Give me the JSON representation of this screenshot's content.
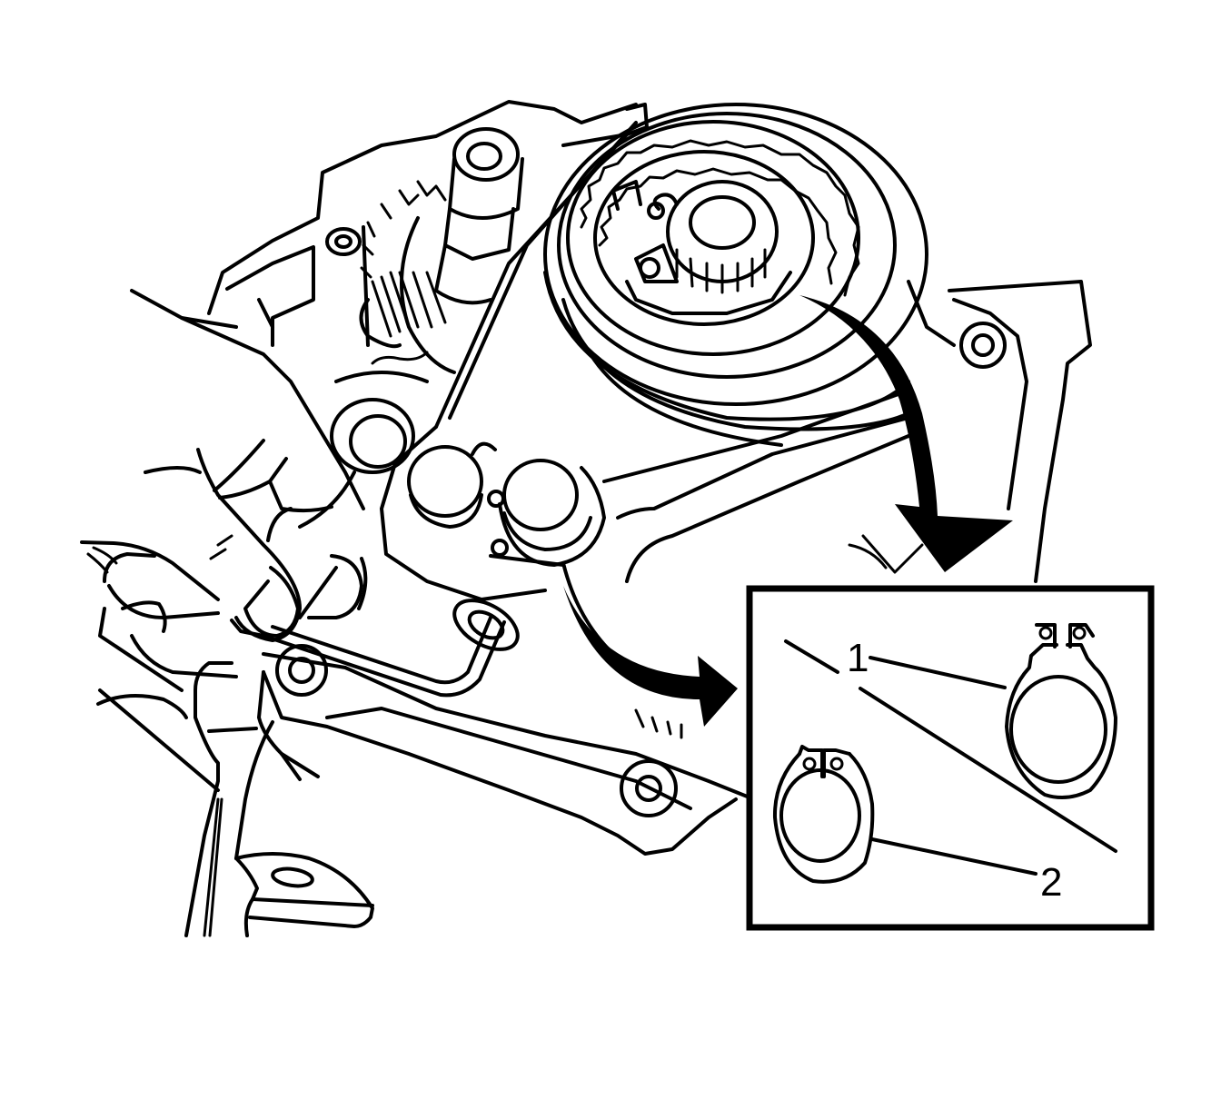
{
  "figure": {
    "type": "service-manual line illustration",
    "subject": "transmission case with gear assembly, hands using snap-ring pliers; inset shows two snap rings",
    "colors": {
      "line": "#000000",
      "background": "#ffffff"
    }
  },
  "inset": {
    "callouts": [
      {
        "number": "1",
        "target": "snap-ring-upper-right"
      },
      {
        "number": "2",
        "target": "snap-ring-lower-left"
      }
    ]
  },
  "arrows": [
    {
      "name": "large-arrow",
      "direction": "down-right",
      "points_to": "inset"
    },
    {
      "name": "small-arrow",
      "direction": "right",
      "points_to": "inset"
    }
  ]
}
